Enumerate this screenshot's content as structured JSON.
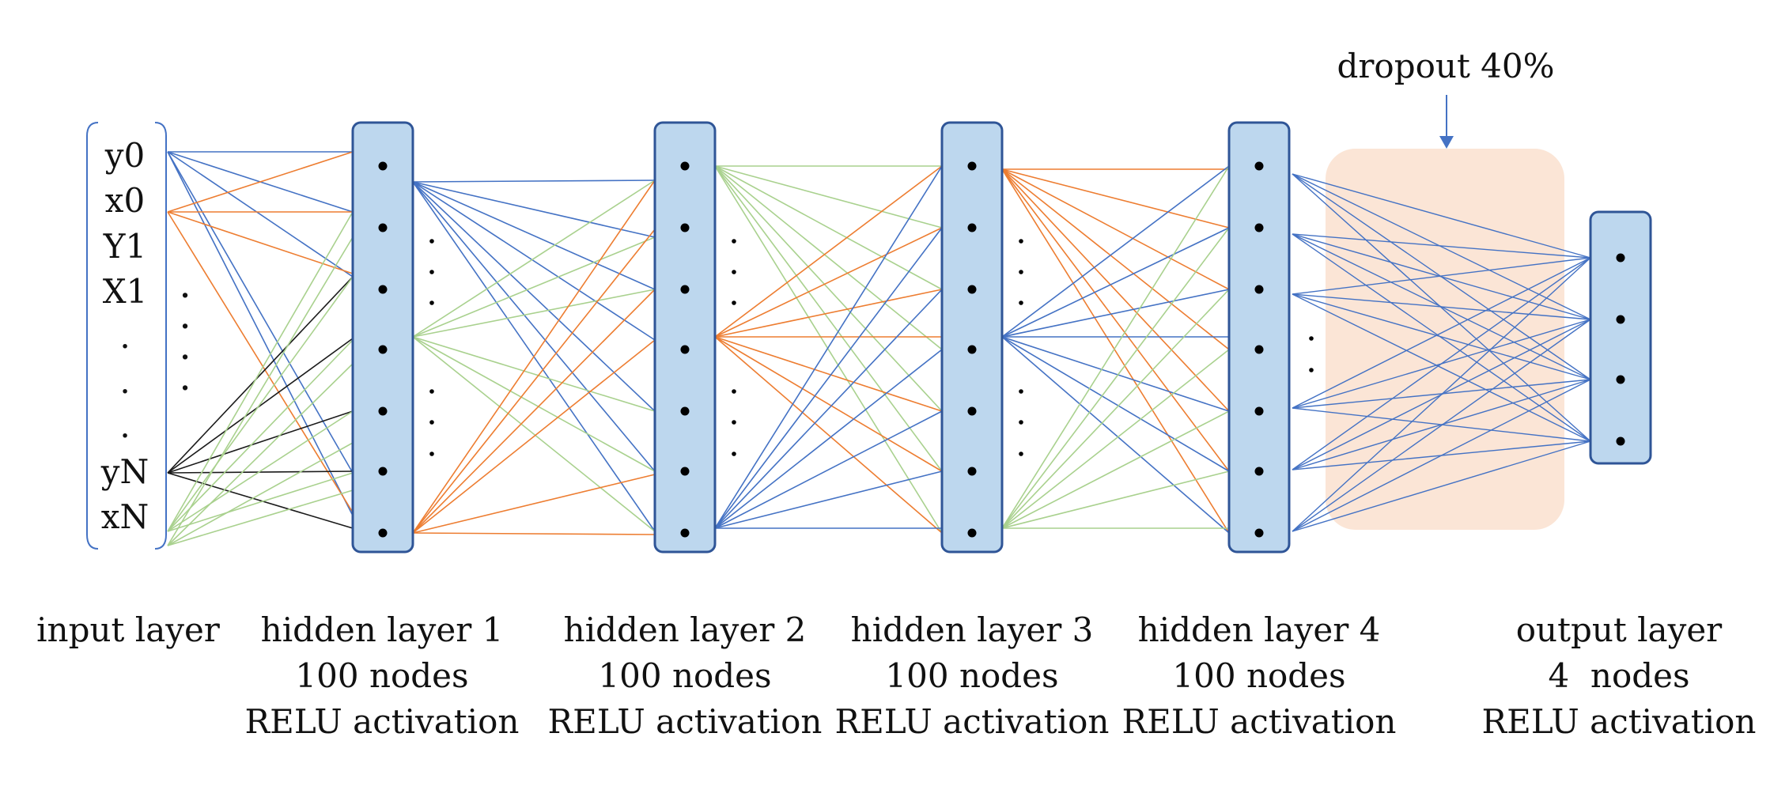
{
  "annotation": {
    "text": "dropout 40%"
  },
  "input": {
    "labels": [
      "y0",
      "x0",
      "Y1",
      "X1",
      ".",
      ".",
      ".",
      "yN",
      "xN"
    ],
    "side_dots": [
      ".",
      ".",
      ".",
      "."
    ]
  },
  "layers": [
    {
      "lines": [
        "input layer"
      ]
    },
    {
      "lines": [
        "hidden layer 1",
        "100 nodes",
        "RELU activation"
      ]
    },
    {
      "lines": [
        "hidden layer 2",
        "100 nodes",
        "RELU activation"
      ]
    },
    {
      "lines": [
        "hidden layer 3",
        "100 nodes",
        "RELU activation"
      ]
    },
    {
      "lines": [
        "hidden layer 4",
        "100 nodes",
        "RELU activation"
      ]
    },
    {
      "lines": [
        "output layer",
        "4  nodes",
        "RELU activation"
      ]
    }
  ],
  "colors": {
    "node_fill": "#bdd7ee",
    "node_stroke": "#2f5597",
    "blue": "#4472c4",
    "orange": "#ed7d31",
    "green": "#a9d18e",
    "black": "#1a1a1a",
    "dropout_fill": "#fbe5d6",
    "arrow": "#4472c4"
  },
  "hidden_nodes_shown": 7,
  "output_nodes_shown": 4
}
